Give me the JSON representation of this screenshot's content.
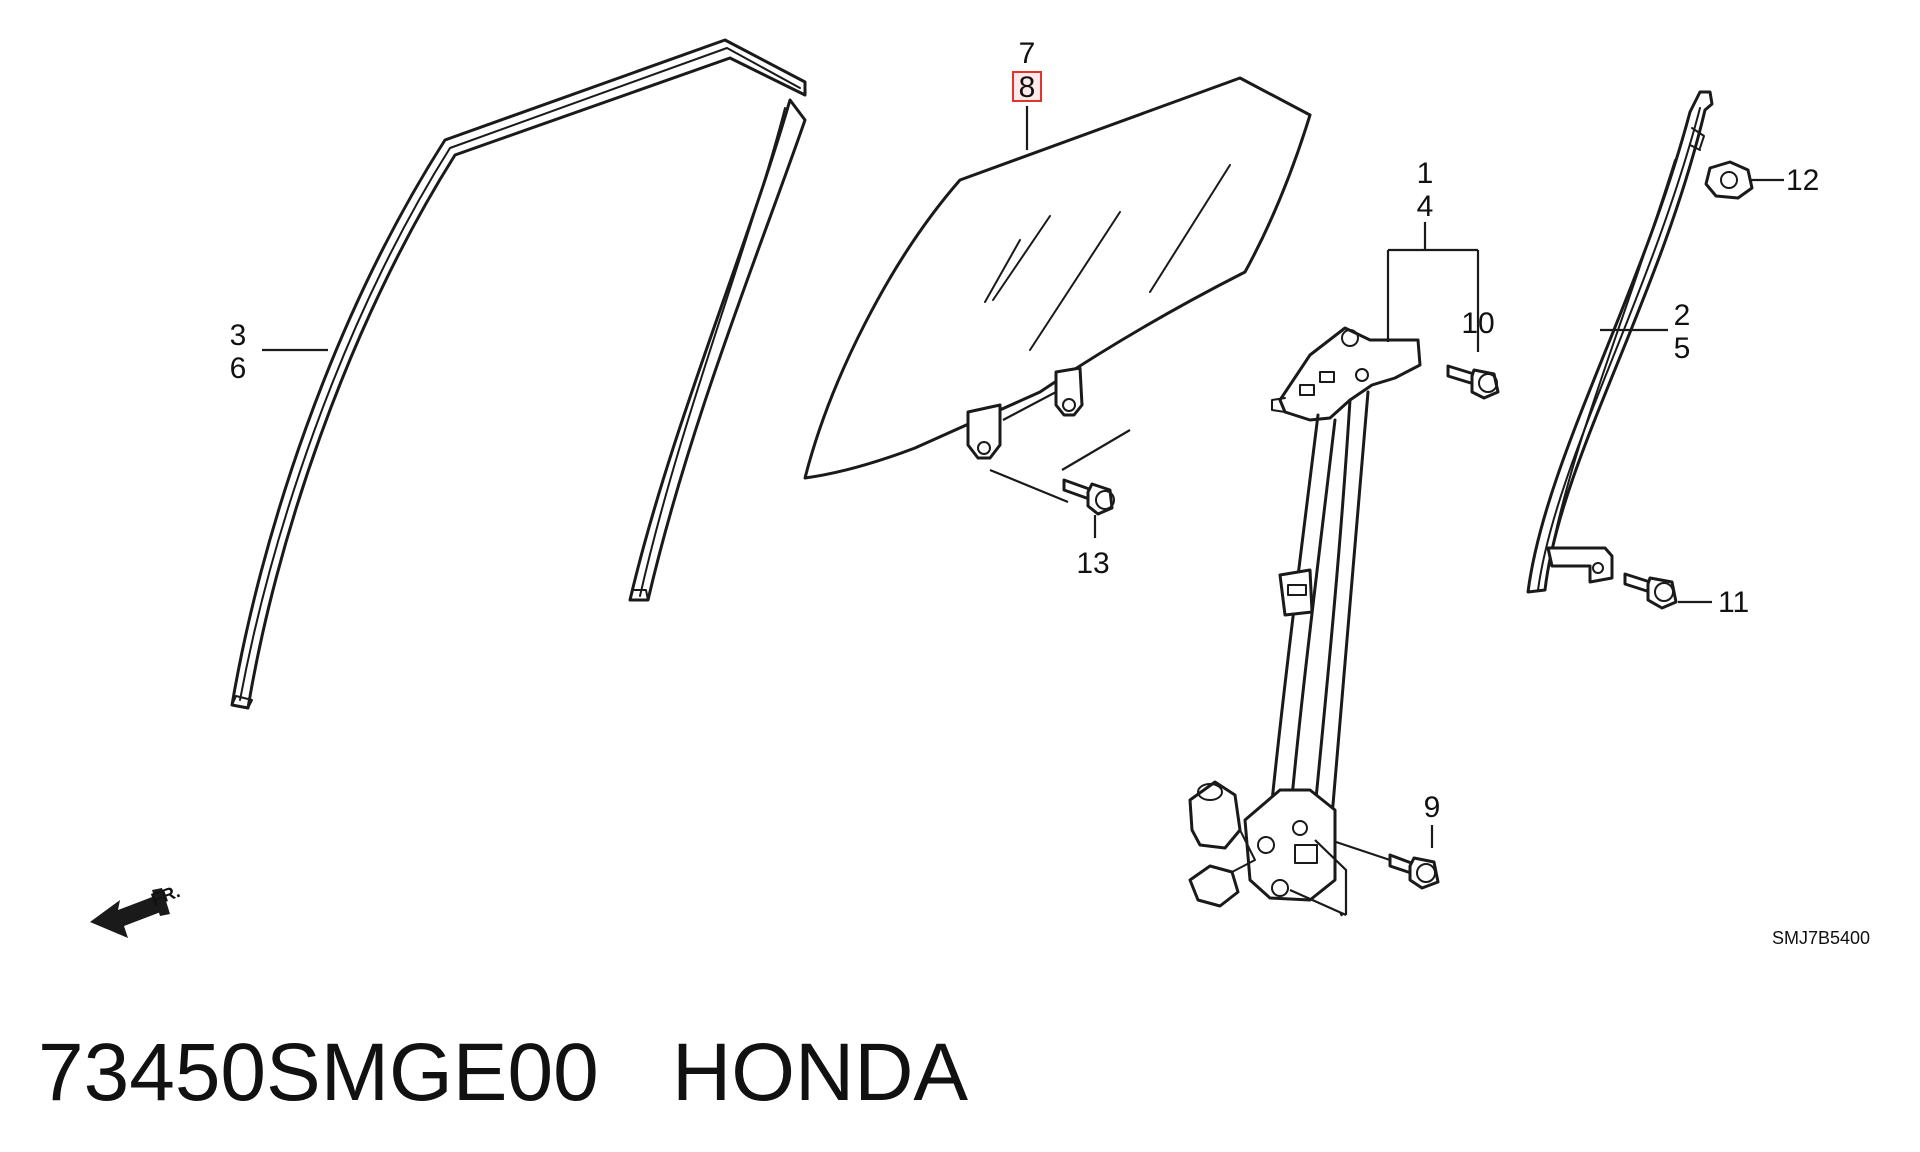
{
  "diagram": {
    "callouts": {
      "c1": "1",
      "c4": "4",
      "c2": "2",
      "c5": "5",
      "c3": "3",
      "c6": "6",
      "c7": "7",
      "c8": "8",
      "c9": "9",
      "c10": "10",
      "c11": "11",
      "c12": "12",
      "c13": "13"
    },
    "highlighted_callout": "8",
    "highlight_color": "#e0342f",
    "direction_label": "FR.",
    "drawing_code": "SMJ7B5400"
  },
  "footer": {
    "part_number": "73450SMGE00",
    "brand": "HONDA"
  }
}
